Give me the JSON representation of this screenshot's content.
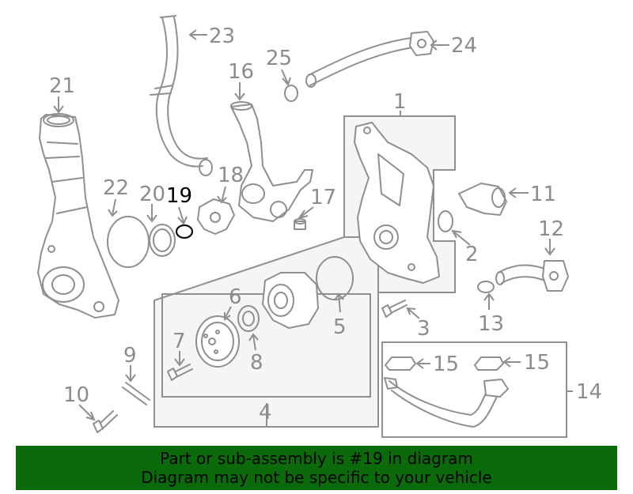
{
  "colors": {
    "banner_bg": "#0b6b0b",
    "banner_text": "#000000",
    "part_lines": "#8f8f8f",
    "label_gray": "#8c8c8c",
    "highlight": "#000000"
  },
  "diagram": {
    "highlighted_part": "19",
    "callouts": {
      "c1": "1",
      "c2": "2",
      "c3": "3",
      "c4": "4",
      "c5": "5",
      "c6": "6",
      "c7": "7",
      "c8": "8",
      "c9": "9",
      "c10": "10",
      "c11": "11",
      "c12": "12",
      "c13": "13",
      "c14": "14",
      "c15a": "15",
      "c15b": "15",
      "c16": "16",
      "c17": "17",
      "c18": "18",
      "c19": "19",
      "c20": "20",
      "c21": "21",
      "c22": "22",
      "c23": "23",
      "c24": "24",
      "c25": "25"
    }
  },
  "banner": {
    "line1": "Part or sub-assembly is #19 in diagram",
    "line2": "Diagram may not be specific to your vehicle"
  }
}
